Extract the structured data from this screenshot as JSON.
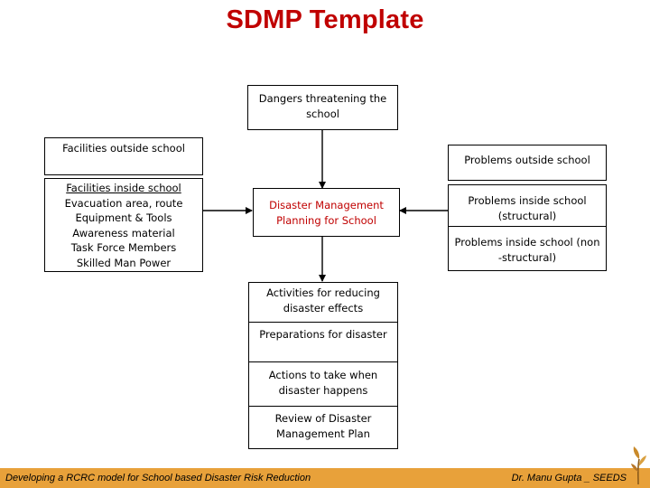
{
  "title": "SDMP Template",
  "boxes": {
    "dangers": [
      "Dangers threatening the",
      "school"
    ],
    "facilities_outside": "Facilities outside school",
    "facilities_inside": {
      "heading": "Facilities inside school",
      "items": [
        "Evacuation area, route",
        "Equipment & Tools",
        "Awareness material",
        "Task Force Members",
        "Skilled Man Power"
      ]
    },
    "center": [
      "Disaster Management",
      "Planning for School"
    ],
    "problems_outside": "Problems outside school",
    "problems_inside_structural": [
      "Problems inside school",
      "(structural)"
    ],
    "problems_inside_nonstructural": [
      "Problems inside school (non",
      "-structural)"
    ],
    "activities": [
      "Activities for reducing",
      "disaster effects"
    ],
    "preparations": "Preparations for disaster",
    "actions": [
      "Actions to take when",
      "disaster happens"
    ],
    "review": [
      "Review of Disaster",
      "Management Plan"
    ]
  },
  "footer": {
    "left": "Developing a RCRC model for School based Disaster Risk Reduction",
    "right": "Dr. Manu Gupta _  SEEDS"
  },
  "colors": {
    "title": "#c00000",
    "center_text": "#c00000",
    "footer_bar": "#e8a13a"
  }
}
